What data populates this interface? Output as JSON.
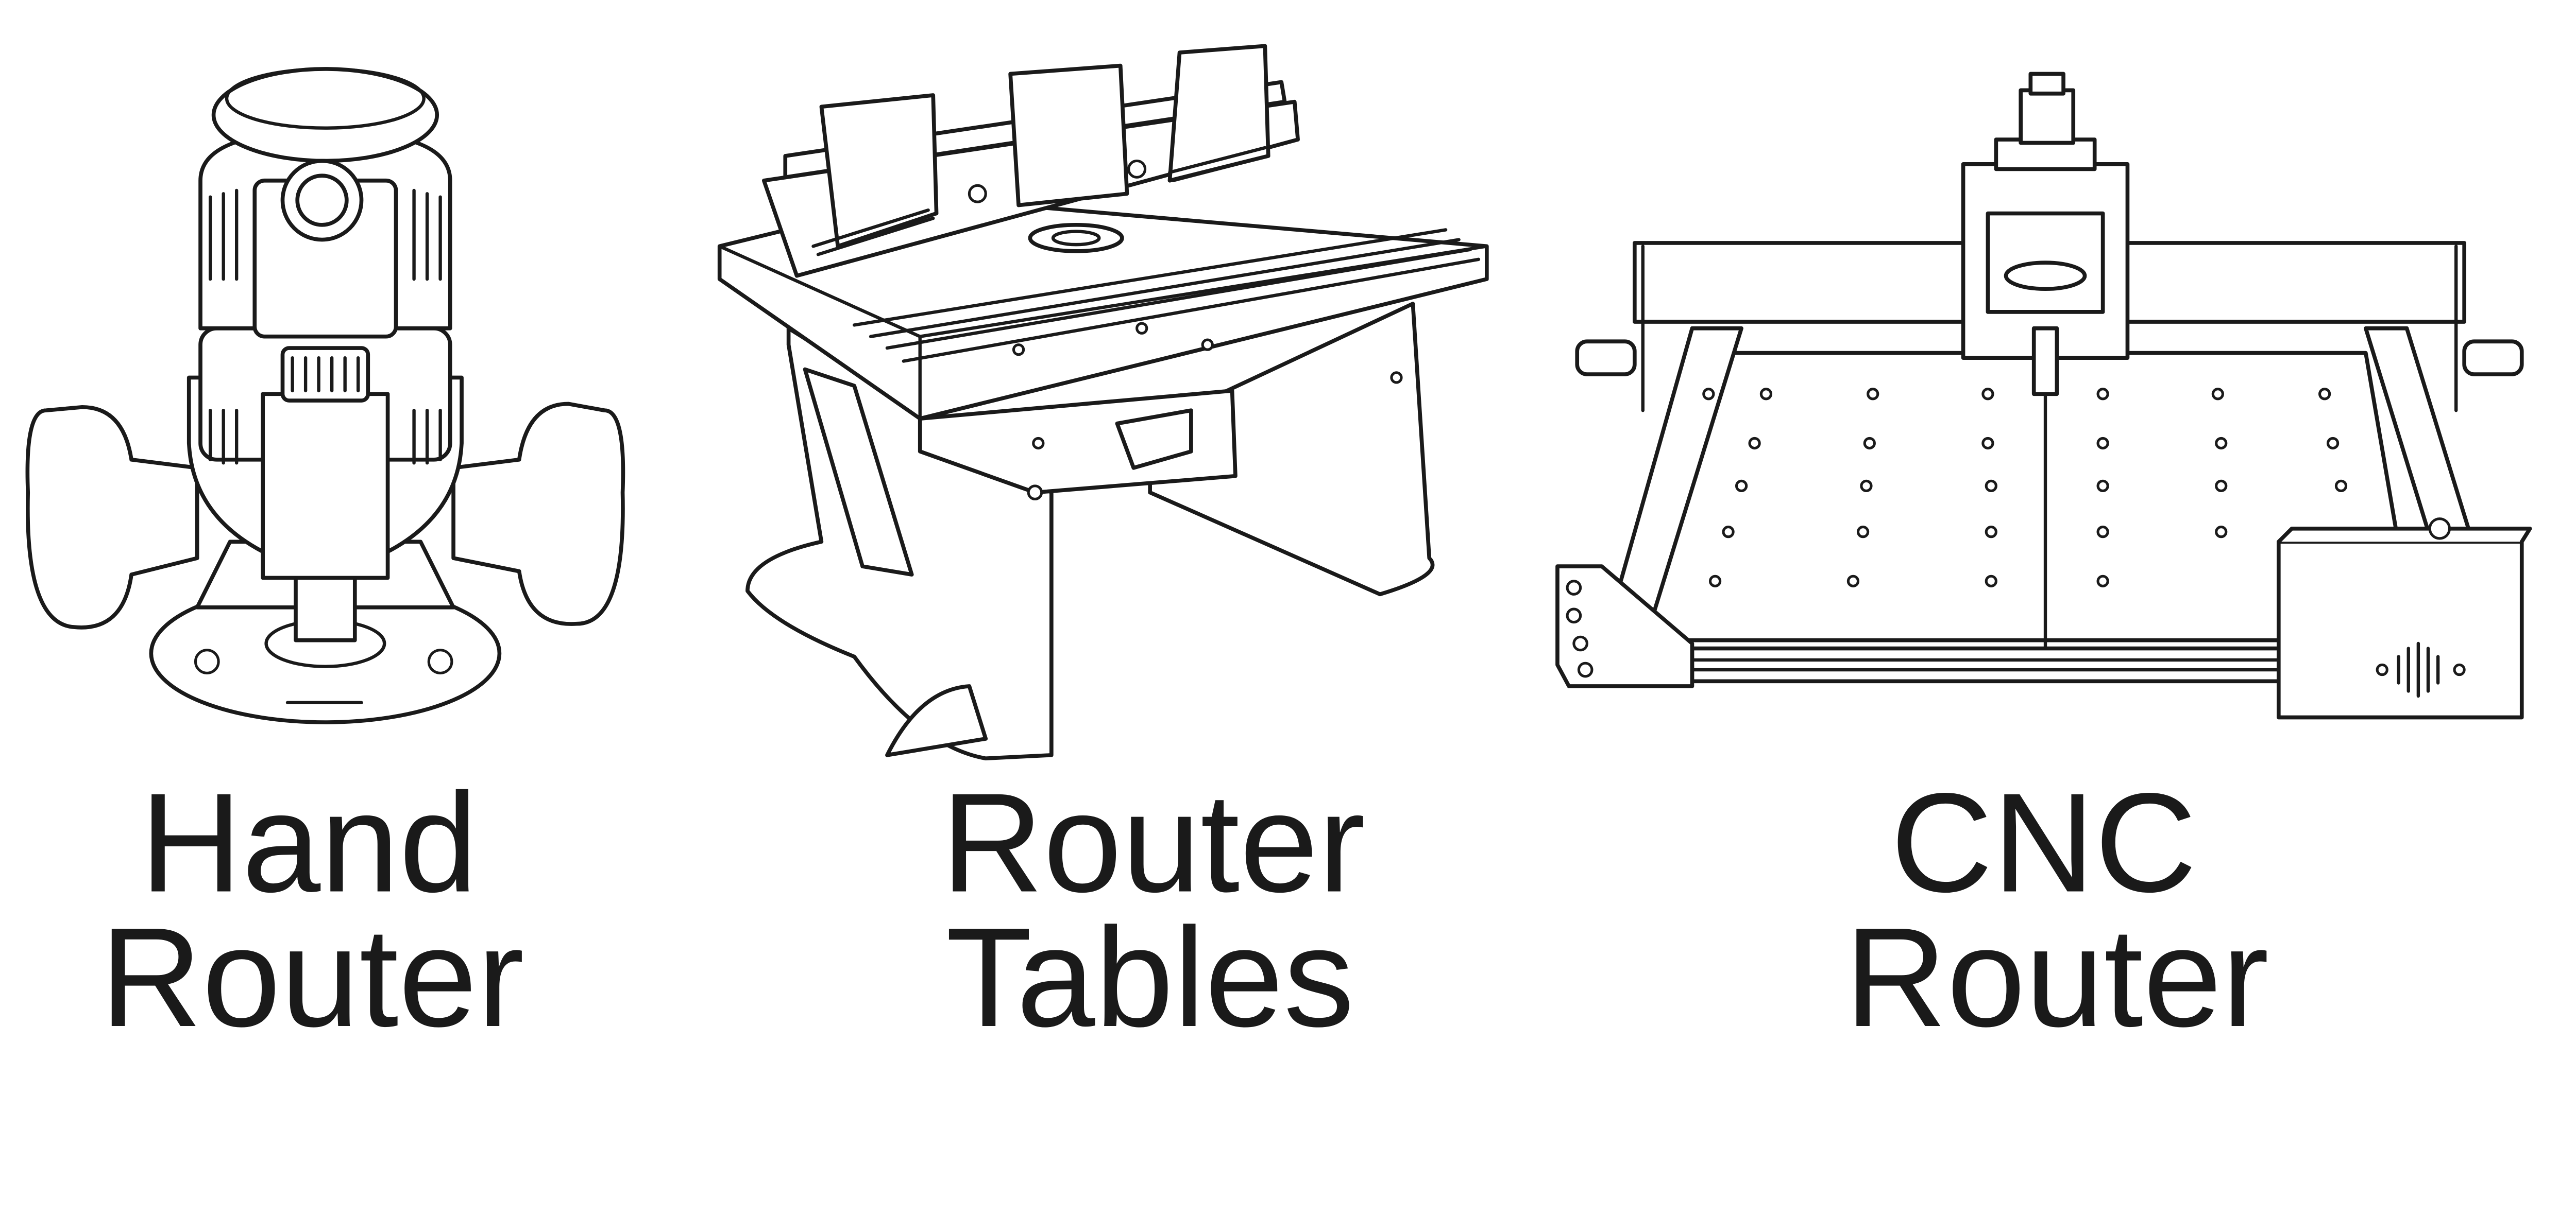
{
  "colors": {
    "line": "#1a1a1a",
    "background": "#ffffff"
  },
  "items": [
    {
      "icon": "hand-router-icon",
      "label_line1": "Hand",
      "label_line2": "Router"
    },
    {
      "icon": "router-table-icon",
      "label_line1": "Router",
      "label_line2": "Tables"
    },
    {
      "icon": "cnc-router-icon",
      "label_line1": "CNC",
      "label_line2": "Router"
    }
  ]
}
